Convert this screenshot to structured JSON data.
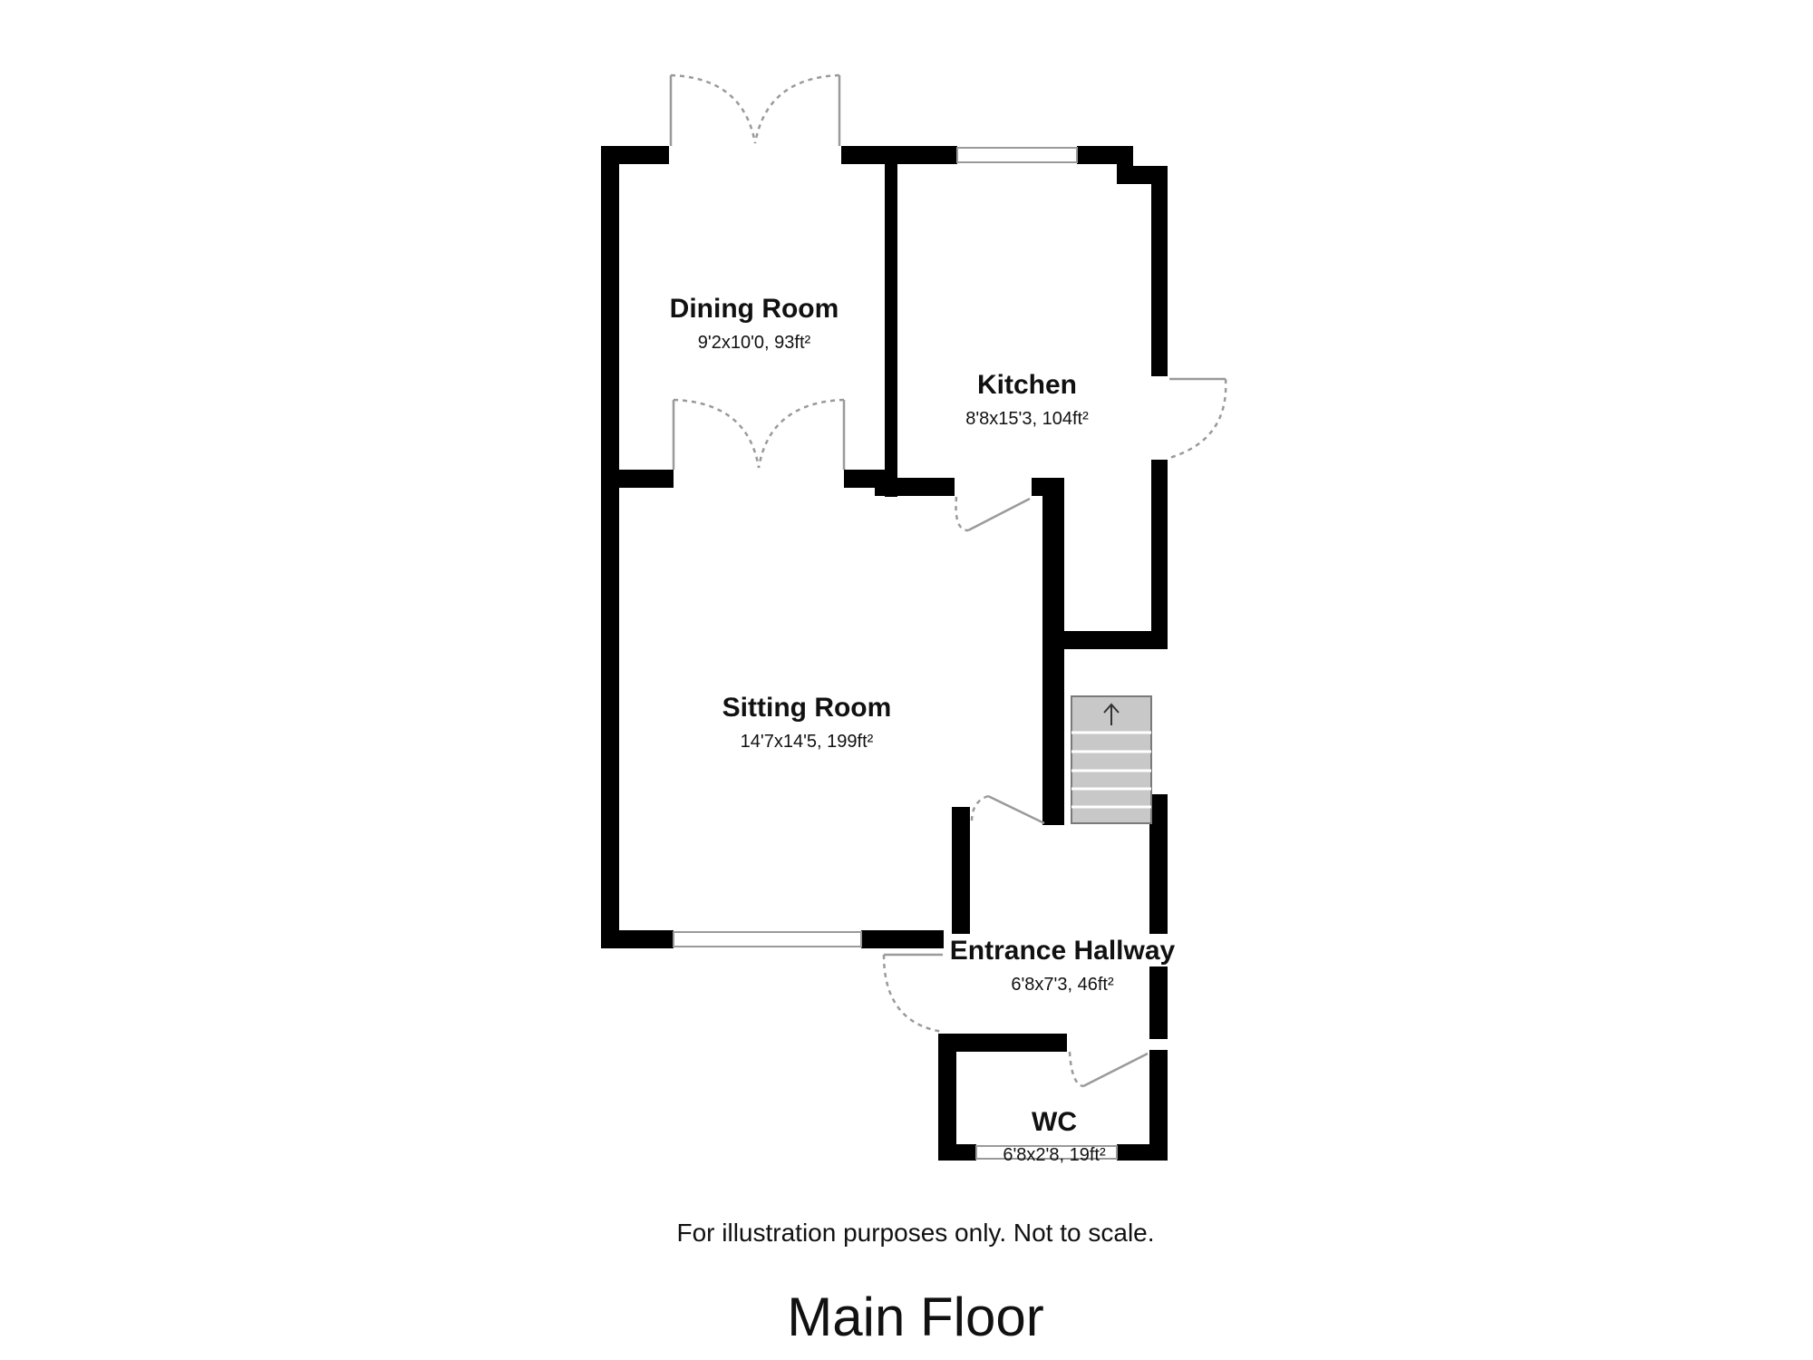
{
  "floor_title": "Main Floor",
  "disclaimer": "For illustration purposes only. Not to scale.",
  "rooms": {
    "dining": {
      "name": "Dining Room",
      "dims": "9'2x10'0, 93ft²"
    },
    "kitchen": {
      "name": "Kitchen",
      "dims": "8'8x15'3, 104ft²"
    },
    "sitting": {
      "name": "Sitting Room",
      "dims": "14'7x14'5, 199ft²"
    },
    "hallway": {
      "name": "Entrance Hallway",
      "dims": "6'8x7'3, 46ft²"
    },
    "wc": {
      "name": "WC",
      "dims": "6'8x2'8, 19ft²"
    }
  },
  "stairs": {
    "icon": "arrow-up-icon",
    "direction": "up"
  },
  "colors": {
    "wall": "#000000",
    "stairs": "#c8c8c8",
    "door_line": "#9a9a9a"
  }
}
